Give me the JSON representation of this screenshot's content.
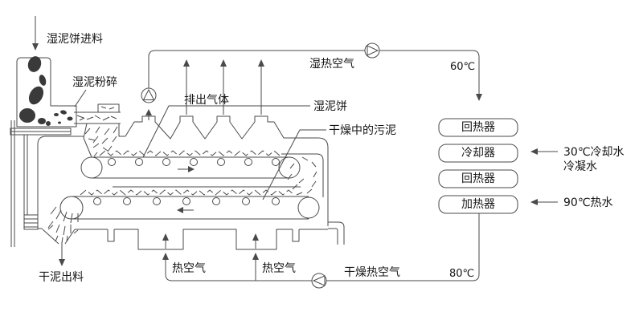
{
  "diagram": {
    "type": "sludge-belt-dryer-process-flow",
    "colors": {
      "background": "#ffffff",
      "line": "#4a4a4a",
      "text": "#161616",
      "sludge_fill": "#3a3a3a"
    },
    "feed": {
      "label": "湿泥饼进料"
    },
    "crusher": {
      "label": "湿泥粉碎"
    },
    "exhaust": {
      "label": "排出气体"
    },
    "humid_hot_air": {
      "label": "湿热空气",
      "temp": "60℃"
    },
    "wet_cake": {
      "label": "湿泥饼"
    },
    "drying_sludge": {
      "label": "干燥中的污泥"
    },
    "heat_exchangers": [
      {
        "label": "回热器"
      },
      {
        "label": "冷却器"
      },
      {
        "label": "回热器"
      },
      {
        "label": "加热器"
      }
    ],
    "cooler_inlet": {
      "water": "30℃冷却水",
      "condensate": "冷凝水"
    },
    "heater_inlet": {
      "water": "90℃热水"
    },
    "hot_air_left": {
      "label": "热空气"
    },
    "hot_air_right": {
      "label": "热空气"
    },
    "dry_hot_air": {
      "label": "干燥热空气",
      "temp": "80℃"
    },
    "discharge": {
      "label": "干泥出料"
    }
  }
}
